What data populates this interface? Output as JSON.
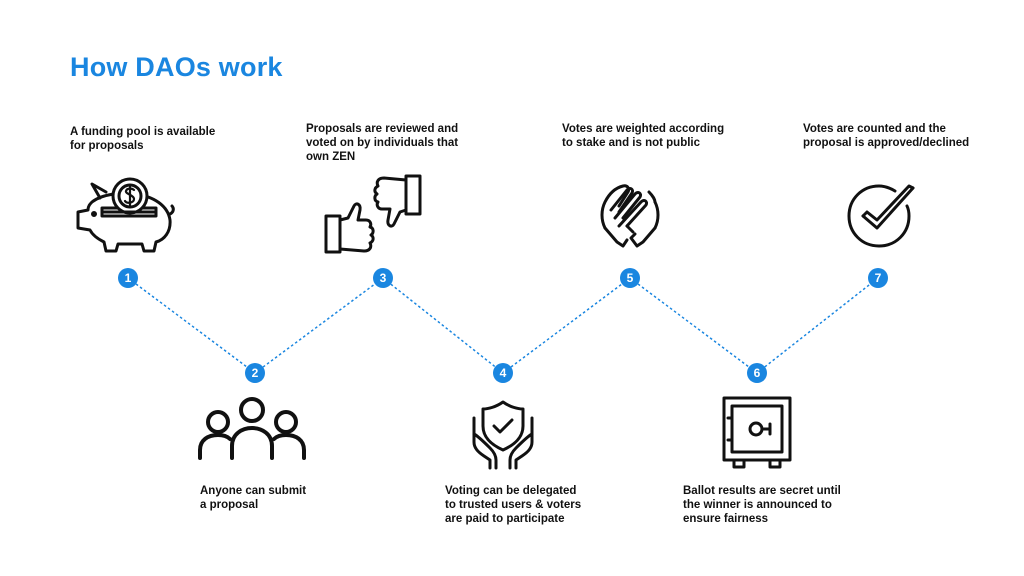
{
  "title": "How DAOs work",
  "accent_color": "#1a86e0",
  "steps": [
    {
      "num": "1",
      "text": "A funding pool is available\nfor proposals",
      "icon": "piggy-bank-coin-icon"
    },
    {
      "num": "2",
      "text": "Anyone can submit\na proposal",
      "icon": "group-of-people-icon"
    },
    {
      "num": "3",
      "text": "Proposals are reviewed and\nvoted on by individuals that\nown ZEN",
      "icon": "thumbs-up-down-icon"
    },
    {
      "num": "4",
      "text": "Voting can be delegated\nto trusted users & voters\nare paid to participate",
      "icon": "hands-shield-check-icon"
    },
    {
      "num": "5",
      "text": "Votes are weighted according\nto stake and is not public",
      "icon": "clapping-hands-icon"
    },
    {
      "num": "6",
      "text": "Ballot results are secret until\nthe winner is announced to\nensure fairness",
      "icon": "safe-icon"
    },
    {
      "num": "7",
      "text": "Votes are counted and the\nproposal is approved/declined",
      "icon": "check-circle-icon"
    }
  ]
}
